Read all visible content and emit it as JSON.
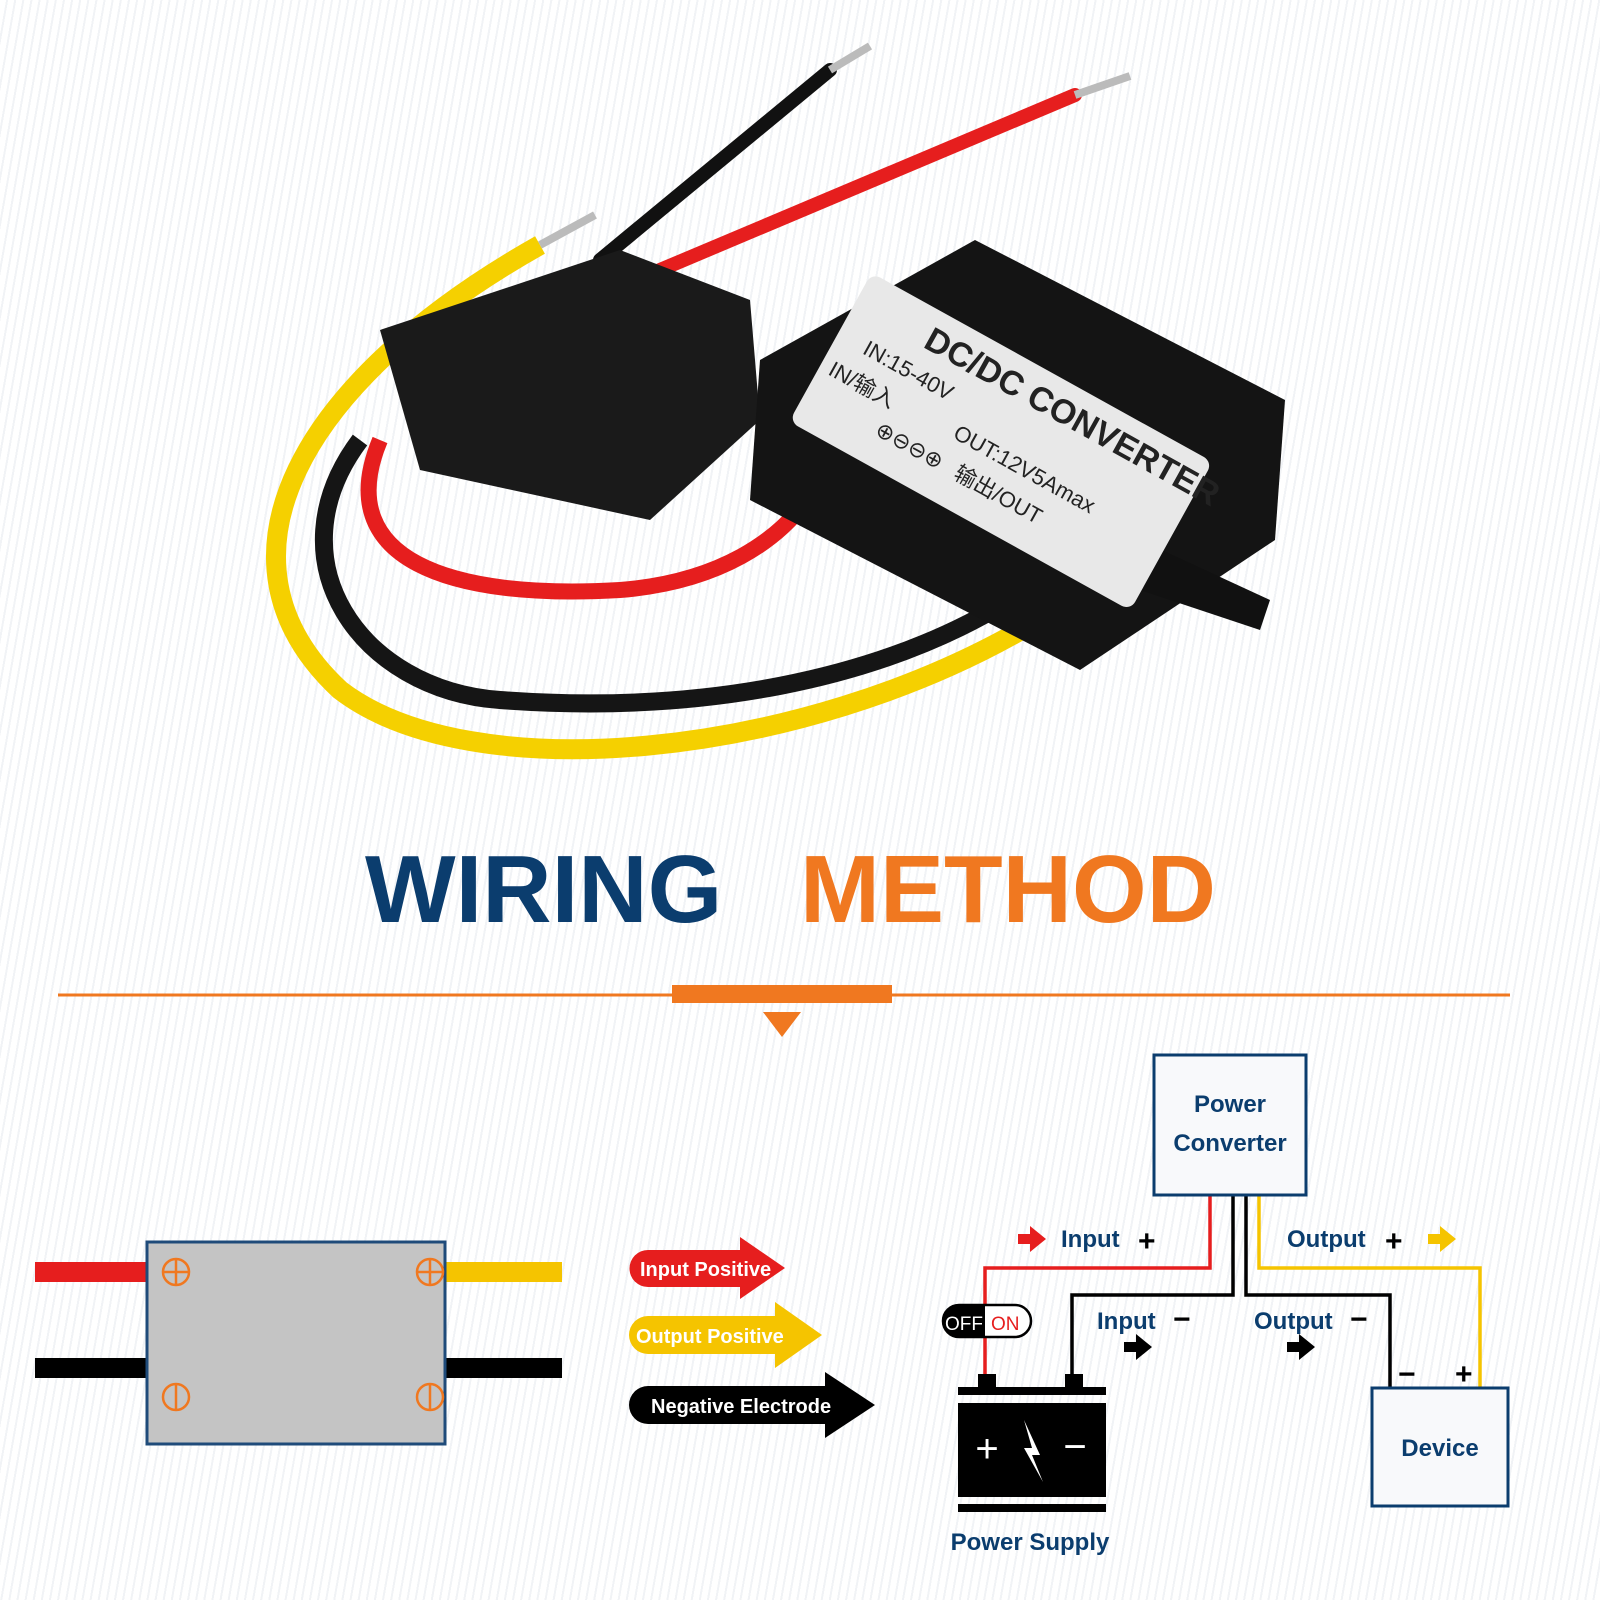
{
  "product_label": {
    "title": "DC/DC CONVERTER",
    "input_spec": "IN:15-40V",
    "output_spec": "OUT:12V5Amax",
    "in_marking": "IN/输入",
    "out_marking": "输出/OUT",
    "terminal_symbols": "⊕⊖⊖⊕"
  },
  "heading": {
    "part1": "WIRING",
    "part2": "METHOD",
    "color1": "#0b3d6e",
    "color2": "#f07820"
  },
  "legend": {
    "items": [
      {
        "label": "Input Positive",
        "color": "#e61e1e"
      },
      {
        "label": "Output Positive",
        "color": "#f5c400"
      },
      {
        "label": "Negative Electrode",
        "color": "#000000"
      }
    ]
  },
  "diagram": {
    "converter_line1": "Power",
    "converter_line2": "Converter",
    "input_pos": "Input",
    "input_neg": "Input",
    "output_pos": "Output",
    "output_neg": "Output",
    "plus": "+",
    "minus": "−",
    "switch_off": "OFF",
    "switch_on": "ON",
    "device": "Device",
    "power_supply": "Power Supply",
    "battery_plus": "+",
    "battery_minus": "−"
  }
}
